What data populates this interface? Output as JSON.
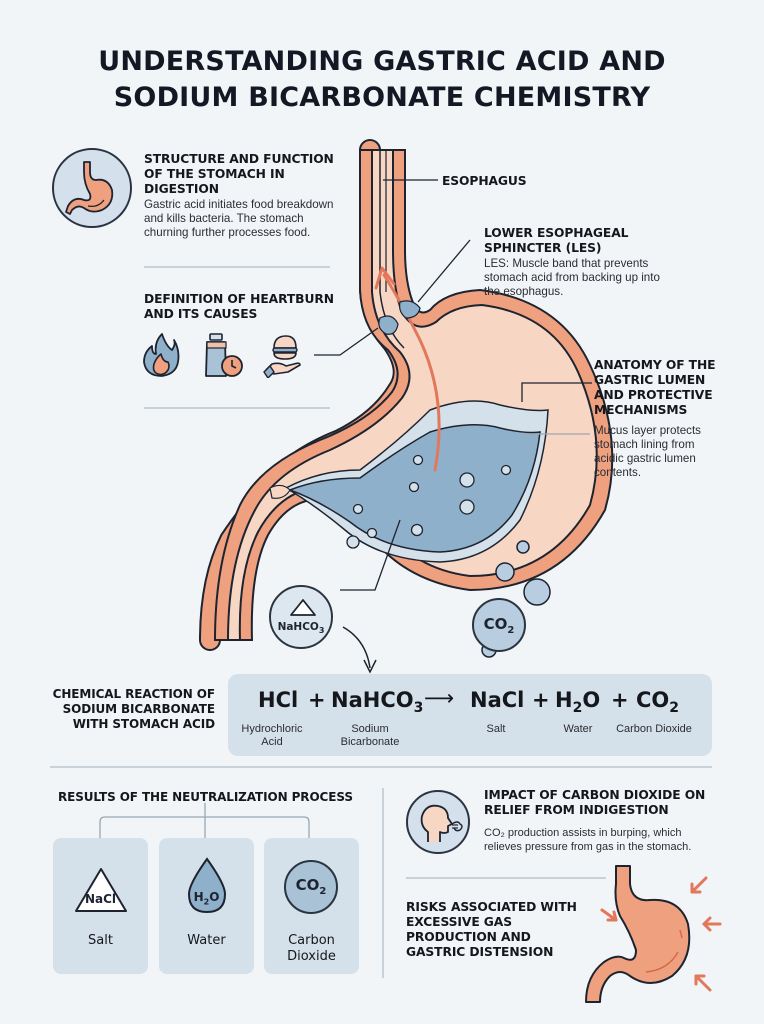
{
  "title": {
    "line1": "UNDERSTANDING GASTRIC ACID AND",
    "line2": "SODIUM BICARBONATE CHEMISTRY"
  },
  "sections": {
    "structure": {
      "heading_lines": [
        "STRUCTURE AND FUNCTION",
        "OF THE STOMACH IN",
        "DIGESTION"
      ],
      "body_lines": [
        "Gastric acid initiates food breakdown",
        "and kills bacteria. The stomach",
        "churning further processes food."
      ],
      "icon": "stomach-icon"
    },
    "heartburn": {
      "heading_lines": [
        "DEFINITION OF HEARTBURN",
        "AND ITS CAUSES"
      ],
      "icons": [
        "flame-icon",
        "bottle-clock-icon",
        "burger-hand-icon"
      ]
    },
    "esophagus": {
      "label": "ESOPHAGUS"
    },
    "les": {
      "heading_lines": [
        "LOWER ESOPHAGEAL",
        "SPHINCTER (LES)"
      ],
      "body_lines": [
        "LES: Muscle band that prevents",
        "stomach acid from backing up into",
        "the esophagus."
      ]
    },
    "lumen": {
      "heading_lines": [
        "ANATOMY OF THE",
        "GASTRIC LUMEN",
        "AND PROTECTIVE",
        "MECHANISMS"
      ],
      "body_lines": [
        "Mucus layer protects",
        "stomach lining from",
        "acidic gastric lumen",
        "contents."
      ]
    },
    "diagram_labels": {
      "nahco3": "NaHCO",
      "nahco3_sub": "3",
      "co2": "CO",
      "co2_sub": "2"
    },
    "reaction": {
      "heading_lines": [
        "CHEMICAL REACTION OF",
        "SODIUM BICARBONATE",
        "WITH STOMACH ACID"
      ],
      "terms": [
        {
          "formula": "HCl",
          "sub": "",
          "label_lines": [
            "Hydrochloric",
            "Acid"
          ]
        },
        {
          "formula": "NaHCO",
          "sub": "3",
          "label_lines": [
            "Sodium",
            "Bicarbonate"
          ]
        },
        {
          "formula": "NaCl",
          "sub": "",
          "label_lines": [
            "Salt"
          ]
        },
        {
          "formula": "H",
          "sub": "2",
          "suffix": "O",
          "label_lines": [
            "Water"
          ]
        },
        {
          "formula": "CO",
          "sub": "2",
          "label_lines": [
            "Carbon Dioxide"
          ]
        }
      ],
      "plus": "+",
      "arrow": "⟶"
    },
    "results": {
      "heading": "RESULTS OF THE NEUTRALIZATION PROCESS",
      "cards": [
        {
          "icon": "salt-triangle-icon",
          "icon_text": "NaCl",
          "label_lines": [
            "Salt"
          ]
        },
        {
          "icon": "water-drop-icon",
          "icon_text": "H",
          "icon_sub": "2",
          "icon_suffix": "O",
          "label_lines": [
            "Water"
          ]
        },
        {
          "icon": "co2-circle-icon",
          "icon_text": "CO",
          "icon_sub": "2",
          "label_lines": [
            "Carbon",
            "Dioxide"
          ]
        }
      ]
    },
    "impact": {
      "heading_lines": [
        "IMPACT OF CARBON DIOXIDE ON",
        "RELIEF FROM INDIGESTION"
      ],
      "body_lines": [
        "CO₂ production assists in burping, which",
        "relieves pressure from gas in the stomach."
      ],
      "icon": "burping-head-icon"
    },
    "risks": {
      "heading_lines": [
        "RISKS ASSOCIATED WITH",
        "EXCESSIVE GAS",
        "PRODUCTION AND",
        "GASTRIC DISTENSION"
      ],
      "icon": "distended-stomach-icon"
    }
  },
  "colors": {
    "background": "#f1f5f8",
    "stomach_wall": "#eea07f",
    "stomach_inner": "#f7d6c4",
    "acid_fluid": "#8fb0ca",
    "mucus": "#d5e1ea",
    "outline": "#1d2430",
    "card": "#d5e1ea",
    "accent_orange": "#e2775a"
  }
}
